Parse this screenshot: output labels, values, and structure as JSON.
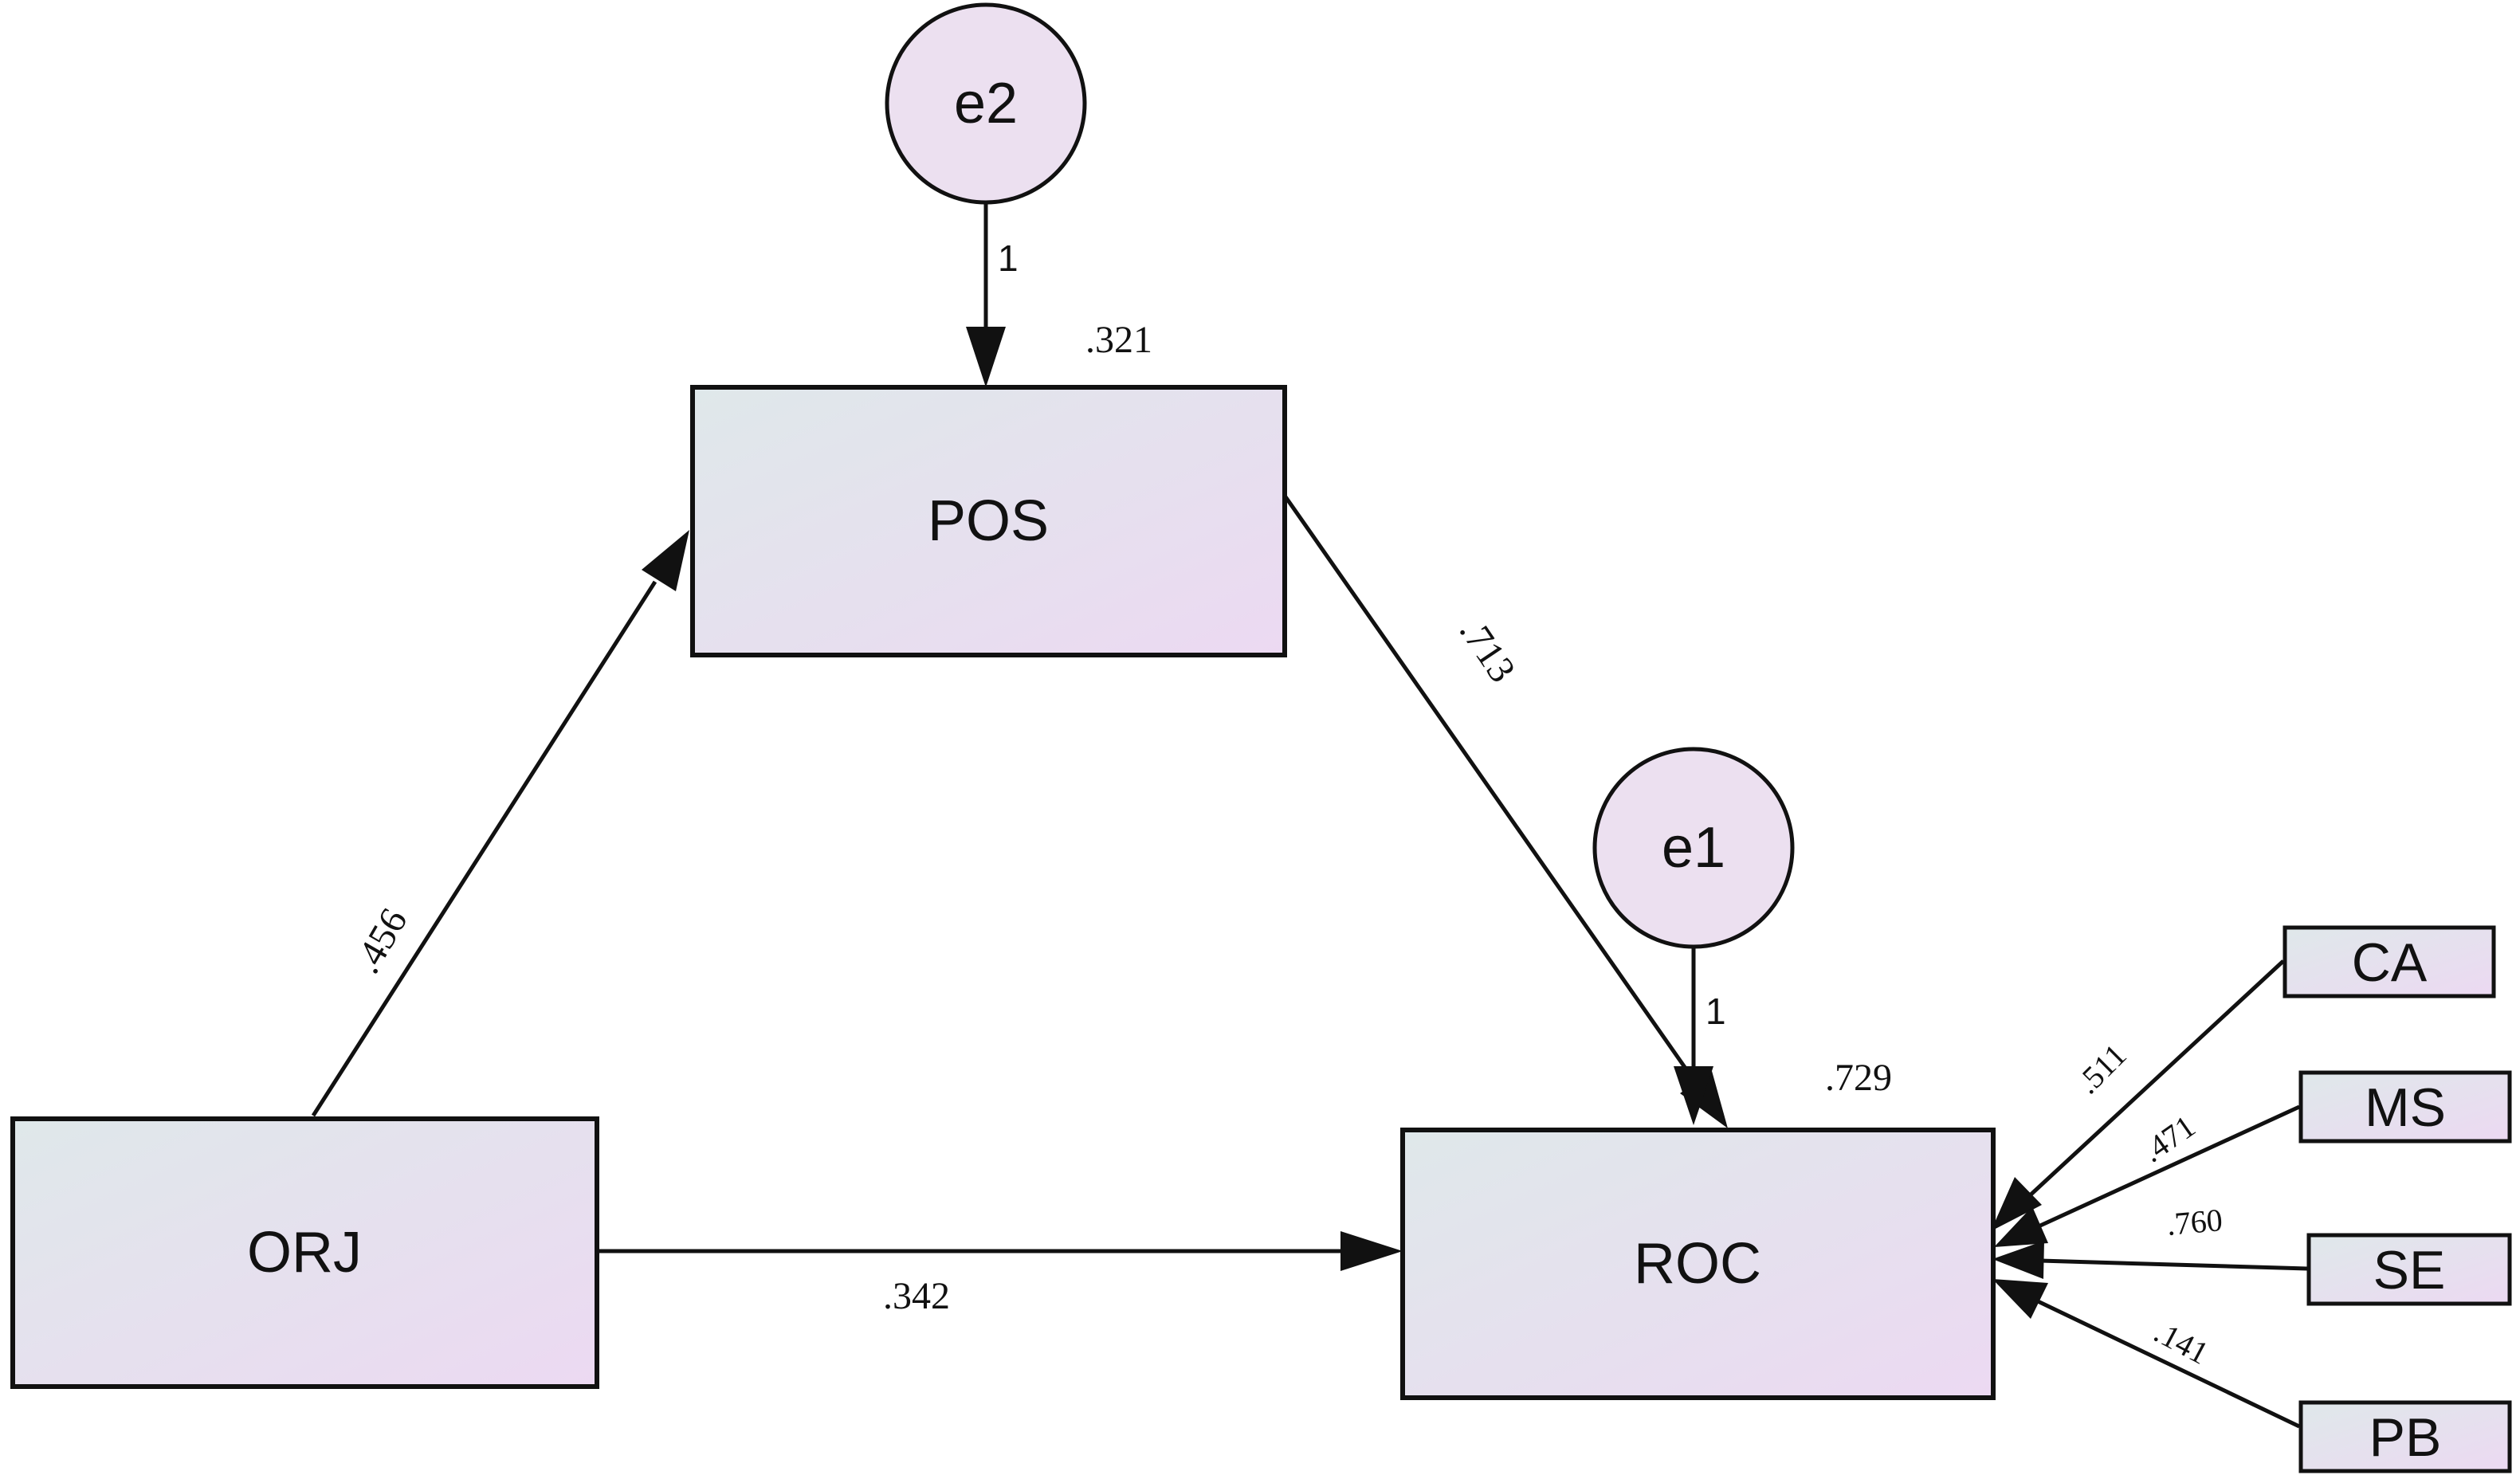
{
  "nodes": {
    "pos": "POS",
    "orj": "ORJ",
    "roc": "ROC",
    "e1": "e1",
    "e2": "e2",
    "ca": "CA",
    "ms": "MS",
    "se": "SE",
    "pb": "PB"
  },
  "coefficients": {
    "orj_pos": ".456",
    "pos_roc": ".713",
    "orj_roc": ".342",
    "ca_roc": ".511",
    "ms_roc": ".471",
    "se_roc": ".760",
    "pb_roc": ".141",
    "e1_roc": "1",
    "e2_pos": "1"
  },
  "r_squared": {
    "pos": ".321",
    "roc": ".729"
  },
  "colors": {
    "box_fill_start": "#dfe8ea",
    "box_fill_end": "#ecd9f2",
    "error_fill": "#ece0f0",
    "stroke": "#111111"
  }
}
